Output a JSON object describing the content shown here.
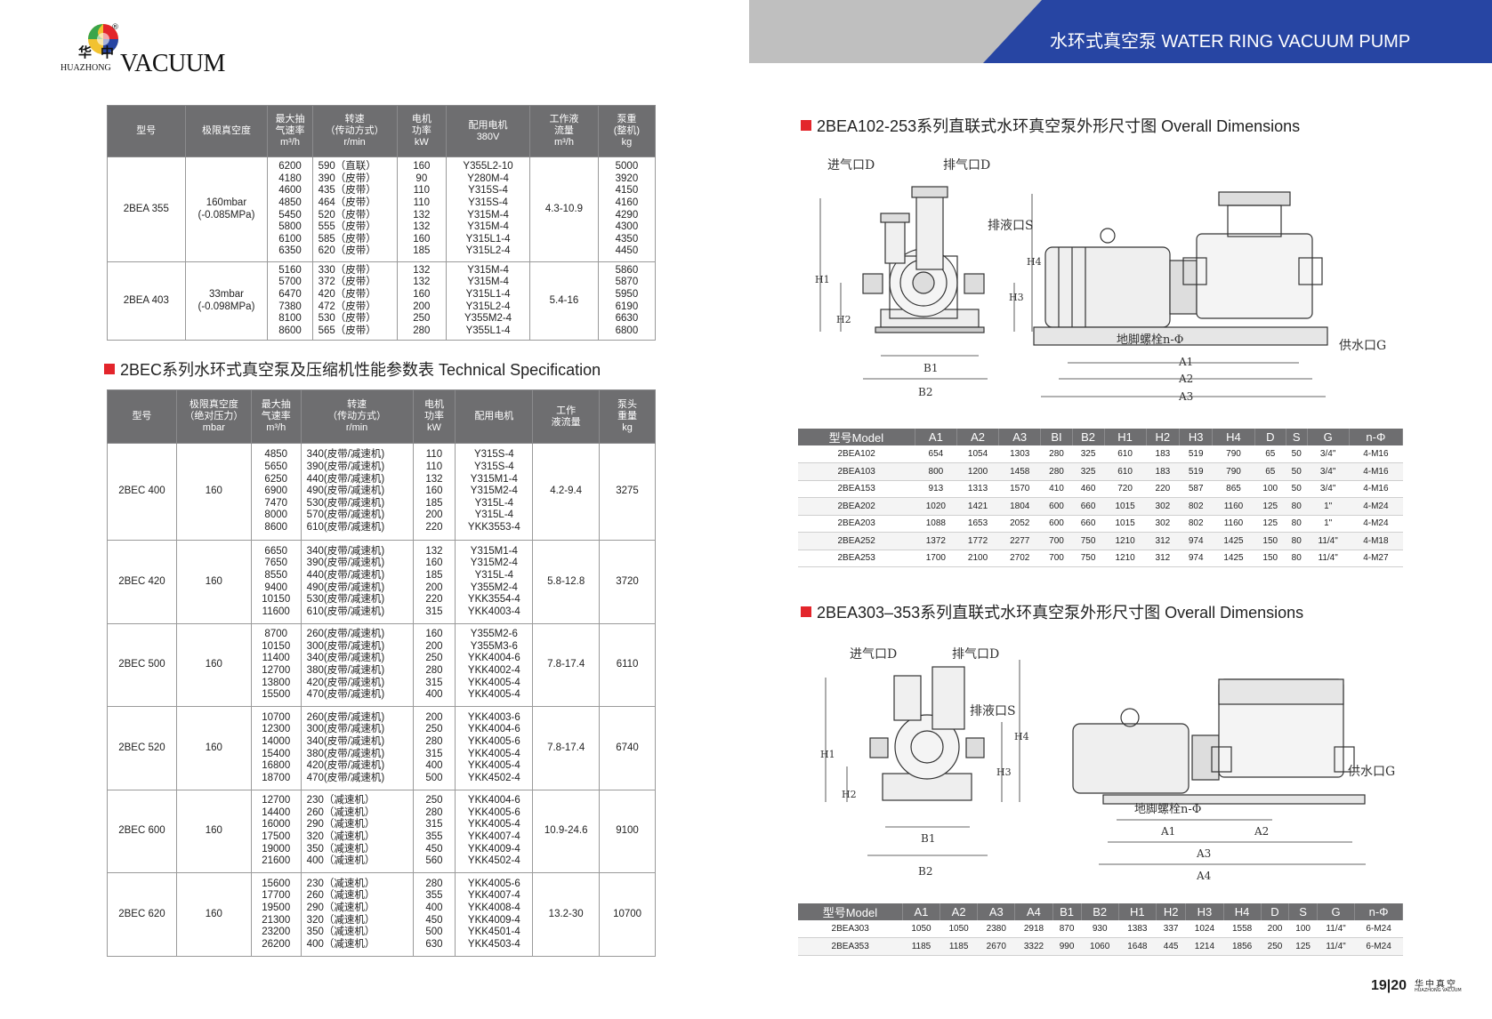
{
  "header": {
    "logo_cn": "华中",
    "logo_en_small": "HUAZHONG",
    "logo_en_big": "VACUUM",
    "logo_reg": "®",
    "banner_title": "水环式真空泵 WATER RING VACUUM PUMP",
    "banner_color": "#2745a3"
  },
  "bea_table": {
    "headers": [
      "型号",
      "极限真空度",
      "最大抽\n气速率\nm³/h",
      "转速\n（传动方式）\nr/min",
      "电机\n功率\nkW",
      "配用电机\n380V",
      "工作液\n流量\nm³/h",
      "泵重\n(整机)\nkg"
    ],
    "rows": [
      {
        "model": "2BEA 355",
        "vacuum": "160mbar\n(-0.085MPa)",
        "speed_rate": "6200\n4180\n4600\n4850\n5450\n5800\n6100\n6350",
        "rpm": "590（直联）\n390（皮带）\n435（皮带）\n464（皮带）\n520（皮带）\n555（皮带）\n585（皮带）\n620（皮带）",
        "power": "160\n90\n110\n110\n132\n132\n160\n185",
        "motor": "Y355L2-10\nY280M-4\nY315S-4\nY315S-4\nY315M-4\nY315M-4\nY315L1-4\nY315L2-4",
        "flow": "4.3-10.9",
        "weight": "5000\n3920\n4150\n4160\n4290\n4300\n4350\n4450"
      },
      {
        "model": "2BEA 403",
        "vacuum": "33mbar\n(-0.098MPa)",
        "speed_rate": "5160\n5700\n6470\n7380\n8100\n8600",
        "rpm": "330（皮带）\n372（皮带）\n420（皮带）\n472（皮带）\n530（皮带）\n565（皮带）",
        "power": "132\n132\n160\n200\n250\n280",
        "motor": "Y315M-4\nY315M-4\nY315L1-4\nY315L2-4\nY355M2-4\nY355L1-4",
        "flow": "5.4-16",
        "weight": "5860\n5870\n5950\n6190\n6630\n6800"
      }
    ]
  },
  "bec_section_title": "2BEC系列水环式真空泵及压缩机性能参数表 Technical Specification",
  "bec_table": {
    "headers": [
      "型号",
      "极限真空度\n（绝对压力）\nmbar",
      "最大抽\n气速率\nm³/h",
      "转速\n（传动方式）\nr/min",
      "电机\n功率\nkW",
      "配用电机",
      "工作\n液流量",
      "泵头\n重量\nkg"
    ],
    "rows": [
      {
        "model": "2BEC 400",
        "vacuum": "160",
        "speed_rate": "4850\n5650\n6250\n6900\n7470\n8000\n8600",
        "rpm": "340(皮带/减速机)\n390(皮带/减速机)\n440(皮带/减速机)\n490(皮带/减速机)\n530(皮带/减速机)\n570(皮带/减速机)\n610(皮带/减速机)",
        "power": "110\n110\n132\n160\n185\n200\n220",
        "motor": "Y315S-4\nY315S-4\nY315M1-4\nY315M2-4\nY315L-4\nY315L-4\nYKK3553-4",
        "flow": "4.2-9.4",
        "weight": "3275"
      },
      {
        "model": "2BEC 420",
        "vacuum": "160",
        "speed_rate": "6650\n7650\n8550\n9400\n10150\n11600",
        "rpm": "340(皮带/减速机)\n390(皮带/减速机)\n440(皮带/减速机)\n490(皮带/减速机)\n530(皮带/减速机)\n610(皮带/减速机)",
        "power": "132\n160\n185\n200\n220\n315",
        "motor": "Y315M1-4\nY315M2-4\nY315L-4\nY355M2-4\nYKK3554-4\nYKK4003-4",
        "flow": "5.8-12.8",
        "weight": "3720"
      },
      {
        "model": "2BEC 500",
        "vacuum": "160",
        "speed_rate": "8700\n10150\n11400\n12700\n13800\n15500",
        "rpm": "260(皮带/减速机)\n300(皮带/减速机)\n340(皮带/减速机)\n380(皮带/减速机)\n420(皮带/减速机)\n470(皮带/减速机)",
        "power": "160\n200\n250\n280\n315\n400",
        "motor": "Y355M2-6\nY355M3-6\nYKK4004-6\nYKK4002-4\nYKK4005-4\nYKK4005-4",
        "flow": "7.8-17.4",
        "weight": "6110"
      },
      {
        "model": "2BEC 520",
        "vacuum": "160",
        "speed_rate": "10700\n12300\n14000\n15400\n16800\n18700",
        "rpm": "260(皮带/减速机)\n300(皮带/减速机)\n340(皮带/减速机)\n380(皮带/减速机)\n420(皮带/减速机)\n470(皮带/减速机)",
        "power": "200\n250\n280\n315\n400\n500",
        "motor": "YKK4003-6\nYKK4004-6\nYKK4005-6\nYKK4005-4\nYKK4005-4\nYKK4502-4",
        "flow": "7.8-17.4",
        "weight": "6740"
      },
      {
        "model": "2BEC 600",
        "vacuum": "160",
        "speed_rate": "12700\n14400\n16000\n17500\n19000\n21600",
        "rpm": "230（减速机）\n260（减速机）\n290（减速机）\n320（减速机）\n350（减速机）\n400（减速机）",
        "power": "250\n280\n315\n355\n450\n560",
        "motor": "YKK4004-6\nYKK4005-6\nYKK4005-4\nYKK4007-4\nYKK4009-4\nYKK4502-4",
        "flow": "10.9-24.6",
        "weight": "9100"
      },
      {
        "model": "2BEC 620",
        "vacuum": "160",
        "speed_rate": "15600\n17700\n19500\n21300\n23200\n26200",
        "rpm": "230（减速机）\n260（减速机）\n290（减速机）\n320（减速机）\n350（减速机）\n400（减速机）",
        "power": "280\n355\n400\n450\n500\n630",
        "motor": "YKK4005-6\nYKK4007-4\nYKK4008-4\nYKK4009-4\nYKK4501-4\nYKK4503-4",
        "flow": "13.2-30",
        "weight": "10700"
      }
    ]
  },
  "dim1_section_title": "2BEA102-253系列直联式水环真空泵外形尺寸图 Overall Dimensions",
  "dim1_labels": {
    "inlet": "进气口D",
    "outlet": "排气口D",
    "drain": "排液口S",
    "foundation": "地脚螺栓n-Φ",
    "supply": "供水口G",
    "h1": "H1",
    "h2": "H2",
    "h3": "H3",
    "h4": "H4",
    "b1": "B1",
    "b2": "B2",
    "a1": "A1",
    "a2": "A2",
    "a3": "A3"
  },
  "dim1_table": {
    "headers": [
      "型号Model",
      "A1",
      "A2",
      "A3",
      "BI",
      "B2",
      "H1",
      "H2",
      "H3",
      "H4",
      "D",
      "S",
      "G",
      "n-Φ"
    ],
    "rows": [
      [
        "2BEA102",
        "654",
        "1054",
        "1303",
        "280",
        "325",
        "610",
        "183",
        "519",
        "790",
        "65",
        "50",
        "3/4\"",
        "4-M16"
      ],
      [
        "2BEA103",
        "800",
        "1200",
        "1458",
        "280",
        "325",
        "610",
        "183",
        "519",
        "790",
        "65",
        "50",
        "3/4\"",
        "4-M16"
      ],
      [
        "2BEA153",
        "913",
        "1313",
        "1570",
        "410",
        "460",
        "720",
        "220",
        "587",
        "865",
        "100",
        "50",
        "3/4\"",
        "4-M16"
      ],
      [
        "2BEA202",
        "1020",
        "1421",
        "1804",
        "600",
        "660",
        "1015",
        "302",
        "802",
        "1160",
        "125",
        "80",
        "1\"",
        "4-M24"
      ],
      [
        "2BEA203",
        "1088",
        "1653",
        "2052",
        "600",
        "660",
        "1015",
        "302",
        "802",
        "1160",
        "125",
        "80",
        "1\"",
        "4-M24"
      ],
      [
        "2BEA252",
        "1372",
        "1772",
        "2277",
        "700",
        "750",
        "1210",
        "312",
        "974",
        "1425",
        "150",
        "80",
        "11/4\"",
        "4-M18"
      ],
      [
        "2BEA253",
        "1700",
        "2100",
        "2702",
        "700",
        "750",
        "1210",
        "312",
        "974",
        "1425",
        "150",
        "80",
        "11/4\"",
        "4-M27"
      ]
    ]
  },
  "dim2_section_title": "2BEA303–353系列直联式水环真空泵外形尺寸图 Overall Dimensions",
  "dim2_labels": {
    "inlet": "进气口D",
    "outlet": "排气口D",
    "drain": "排液口S",
    "foundation": "地脚螺栓n-Φ",
    "supply": "供水口G",
    "h1": "H1",
    "h2": "H2",
    "h3": "H3",
    "h4": "H4",
    "b1": "B1",
    "b2": "B2",
    "a1": "A1",
    "a2": "A2",
    "a3": "A3",
    "a4": "A4"
  },
  "dim2_table": {
    "headers": [
      "型号Model",
      "A1",
      "A2",
      "A3",
      "A4",
      "B1",
      "B2",
      "H1",
      "H2",
      "H3",
      "H4",
      "D",
      "S",
      "G",
      "n-Φ"
    ],
    "rows": [
      [
        "2BEA303",
        "1050",
        "1050",
        "2380",
        "2918",
        "870",
        "930",
        "1383",
        "337",
        "1024",
        "1558",
        "200",
        "100",
        "11/4\"",
        "6-M24"
      ],
      [
        "2BEA353",
        "1185",
        "1185",
        "2670",
        "3322",
        "990",
        "1060",
        "1648",
        "445",
        "1214",
        "1856",
        "250",
        "125",
        "11/4\"",
        "6-M24"
      ]
    ]
  },
  "footer": {
    "page": "19|20",
    "brand_cn": "华中真空",
    "brand_en": "HUAZHONG VACUUM"
  },
  "colors": {
    "accent_red": "#e3252b",
    "header_grey": "#6e6e70"
  }
}
